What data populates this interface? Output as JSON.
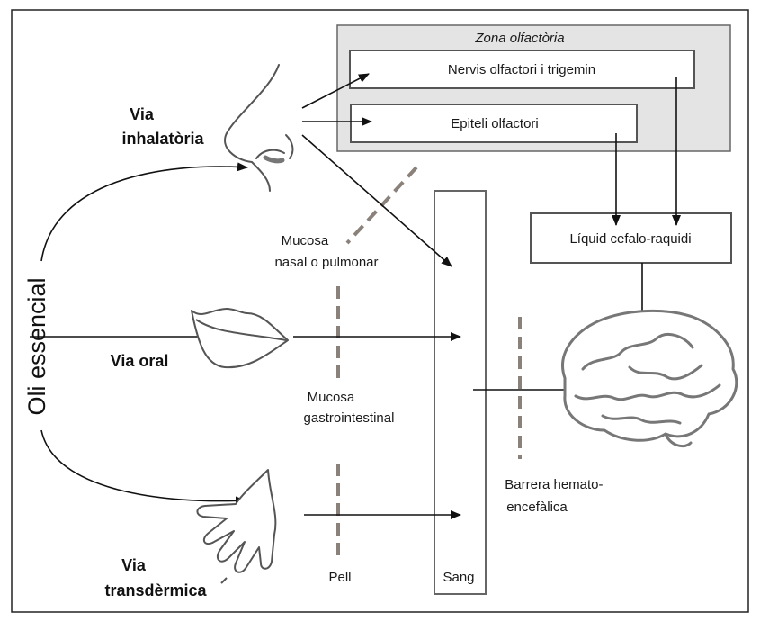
{
  "zona_title": "Zona olfactòria",
  "nervis": "Nervis olfactori i trigemin",
  "epiteli": "Epiteli olfactori",
  "liquid": "Líquid cefalo-raquidi",
  "oli": "Oli essencial",
  "via_inhalatoria": [
    "Via",
    "inhalatòria"
  ],
  "via_oral": "Via oral",
  "via_transdermica": [
    "Via",
    "transdèrmica"
  ],
  "mucosa_nasal": [
    "Mucosa",
    "nasal o pulmonar"
  ],
  "mucosa_gastro": [
    "Mucosa",
    "gastrointestinal"
  ],
  "pell": "Pell",
  "sang": "Sang",
  "barrera": [
    "Barrera hemato-",
    "encefàlica"
  ],
  "colors": {
    "frame": "#222222",
    "zone_fill": "#e4e4e4",
    "box_stroke": "#555555",
    "dash": "#8a817a",
    "icon": "#555555"
  }
}
